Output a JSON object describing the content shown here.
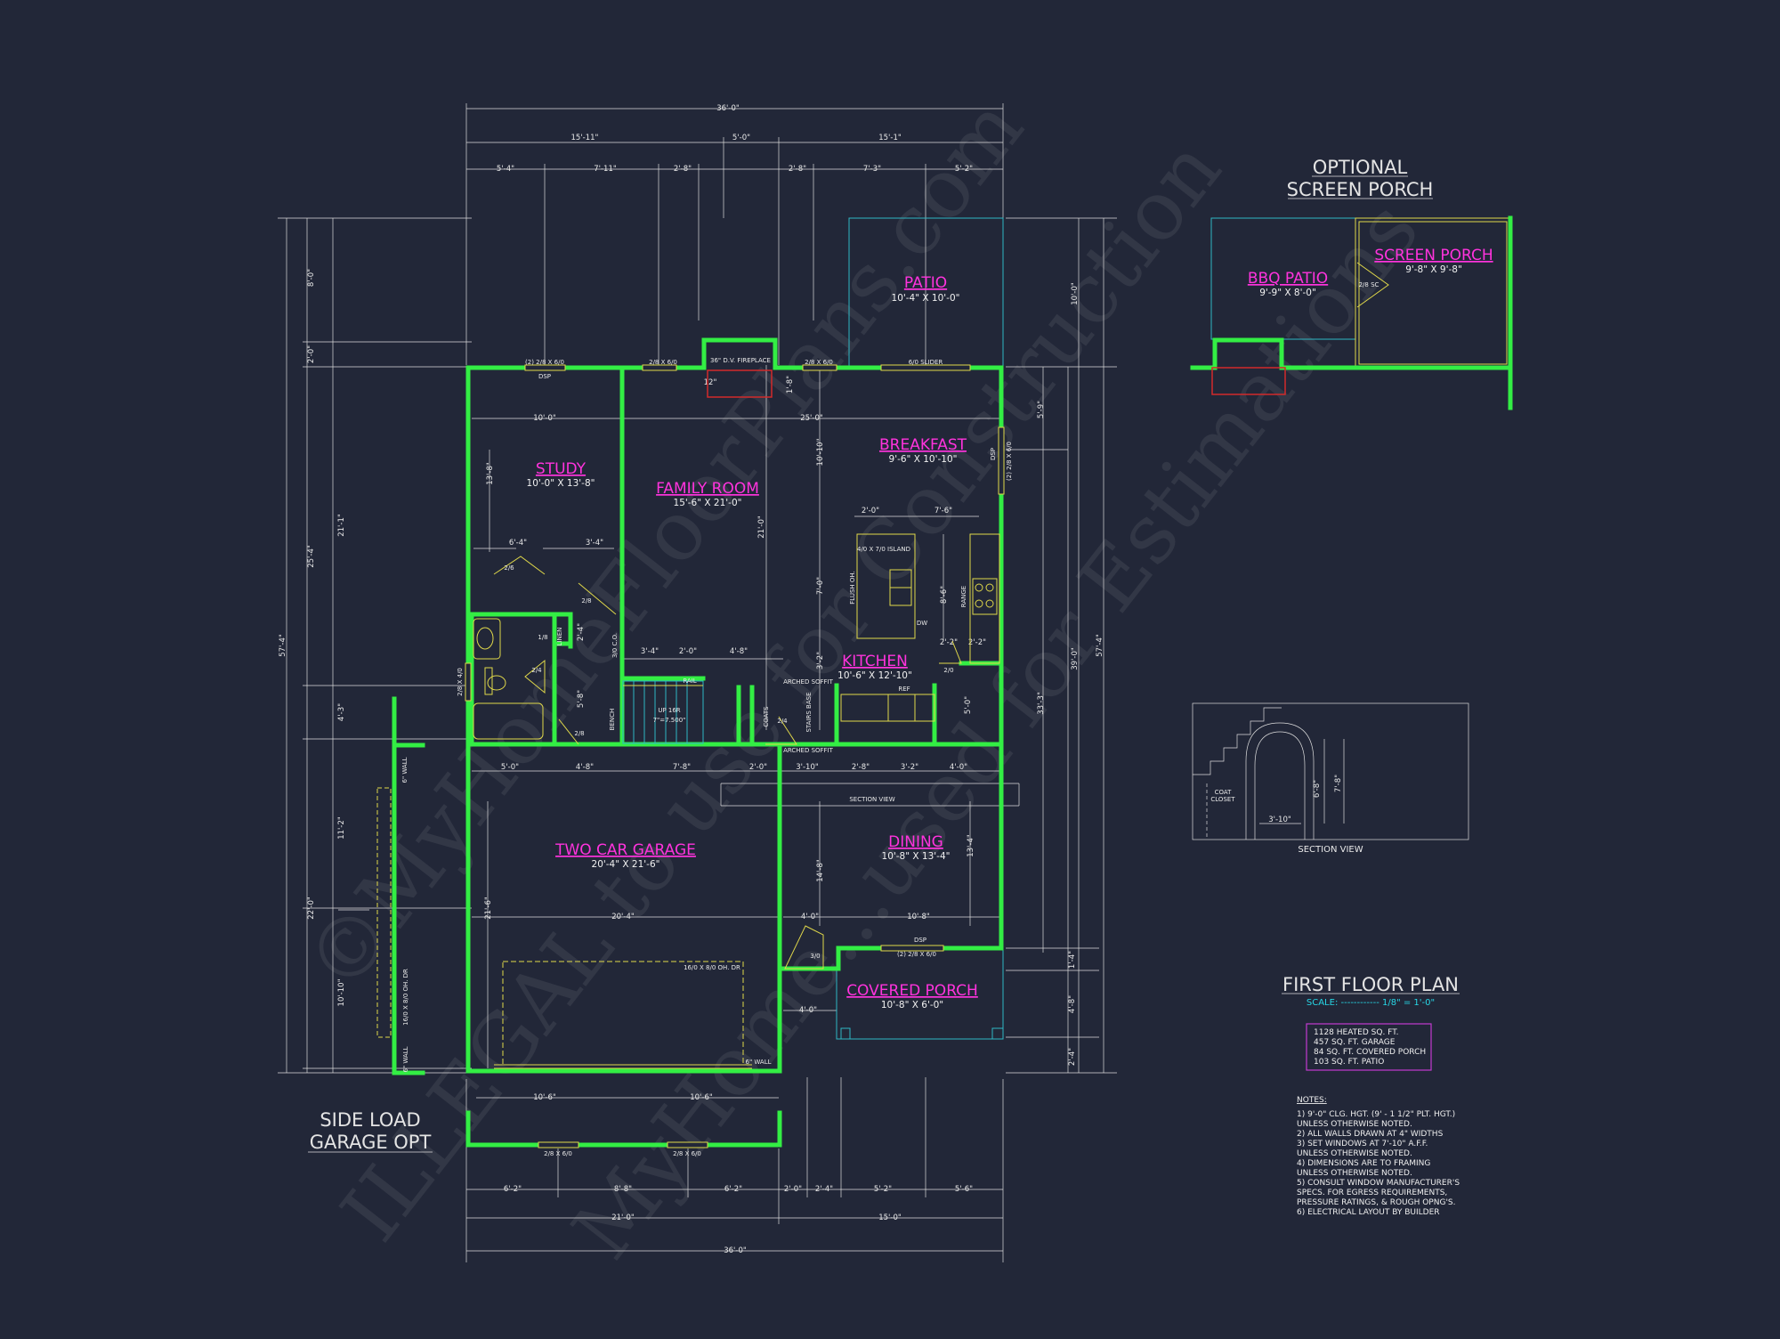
{
  "watermark": [
    "©MyHomeFloorPlans.com",
    "ILLEGAL to use for Construction",
    "MyHome...used for Estimations"
  ],
  "rooms": {
    "patio": {
      "name": "PATIO",
      "size": "10'-4\" X 10'-0\""
    },
    "study": {
      "name": "STUDY",
      "size": "10'-0\" X 13'-8\""
    },
    "family": {
      "name": "FAMILY ROOM",
      "size": "15'-6\" X 21'-0\""
    },
    "breakfast": {
      "name": "BREAKFAST",
      "size": "9'-6\" X 10'-10\""
    },
    "kitchen": {
      "name": "KITCHEN",
      "size": "10'-6\" X 12'-10\""
    },
    "garage": {
      "name": "TWO CAR GARAGE",
      "size": "20'-4\" X 21'-6\""
    },
    "dining": {
      "name": "DINING",
      "size": "10'-8\" X 13'-4\""
    },
    "covered_porch": {
      "name": "COVERED PORCH",
      "size": "10'-8\" X 6'-0\""
    },
    "bbq_patio": {
      "name": "BBQ PATIO",
      "size": "9'-9\" X 8'-0\""
    },
    "screen_porch": {
      "name": "SCREEN PORCH",
      "size": "9'-8\" X 9'-8\""
    }
  },
  "top_dims": {
    "overall": "36'-0\"",
    "row2": [
      "15'-11\"",
      "5'-0\"",
      "15'-1\""
    ],
    "row3": [
      "5'-4\"",
      "7'-11\"",
      "2'-8\"",
      "2'-8\"",
      "7'-3\"",
      "5'-2\""
    ]
  },
  "bottom_dims": {
    "row1": [
      "6'-2\"",
      "8'-8\"",
      "6'-2\"",
      "2'-0\"",
      "2'-4\"",
      "5'-2\"",
      "5'-6\""
    ],
    "row2": [
      "21'-0\"",
      "15'-0\""
    ],
    "overall": "36'-0\""
  },
  "left_dims": {
    "outer": "57'-4\"",
    "mid": [
      "25'-4\"",
      "4'-3\"",
      "11'-2\""
    ],
    "inner": [
      "8'-0\"",
      "2'-0\"",
      "21'-1\"",
      "22'-0\"",
      "10'-10\""
    ]
  },
  "right_dims": {
    "outer": "57'-4\"",
    "mid": [
      "10'-0\"",
      "39'-0\""
    ],
    "inner": [
      "5'-9\"",
      "33'-3\"",
      "1'-4\"",
      "4'-8\"",
      "2'-4\""
    ]
  },
  "interior_dims": [
    "10'-0\"",
    "13'-8\"",
    "6'-4\"",
    "3'-4\"",
    "25'-0\"",
    "10'-10\"",
    "21'-0\"",
    "2'-0\"",
    "7'-6\"",
    "7'-0\"",
    "8'-6\"",
    "3'-4\"",
    "2'-0\"",
    "4'-8\"",
    "5'-0\"",
    "4'-8\"",
    "7'-8\"",
    "2'-0\"",
    "3'-10\"",
    "2'-8\"",
    "3'-2\"",
    "4'-0\"",
    "14'-8\"",
    "13'-4\"",
    "20'-4\"",
    "4'-0\"",
    "10'-8\"",
    "21'-6\"",
    "10'-6\"",
    "10'-6\"",
    "4'-0\"",
    "5'-0\"",
    "2'-2\"",
    "2'-2\"",
    "12\"",
    "1'-8\"",
    "2'-4\"",
    "5'-8\"",
    "3'-2\""
  ],
  "labels": {
    "fireplace": "36\" D.V. FIREPLACE",
    "win_study": "(2) 2/8 X 6/0",
    "win_dsp1": "DSP",
    "win_family": "2/8 X 6/0",
    "win_brk": "2/8 X 6/0",
    "slider": "6/0 SLIDER",
    "brk_side": "(2) 2/8 X 6/0",
    "brk_dsp": "DSP",
    "island": "4/0 X 7/0 ISLAND",
    "flush": "FLUSH OH.",
    "range": "RANGE",
    "dw": "DW",
    "ref": "REF",
    "linen": "LINEN",
    "rail": "RAIL",
    "up": "UP 16R",
    "riser": "7\"=7.500\"",
    "bench": "BENCH",
    "coats": "COATS",
    "stairs_base": "STAIRS BASE",
    "arched1": "ARCHED SOFFIT",
    "arched2": "ARCHED SOFFIT",
    "section_view": "SECTION VIEW",
    "garage_door": "16/0 X 8/0 OH. DR",
    "wall6_1": "6\" WALL",
    "wall6_2": "6\" WALL",
    "win_bath": "2/8 X 4/0",
    "door_26": "2/6",
    "door_28": "2/8",
    "door_24": "2/4",
    "door_30": "3/0",
    "door_18": "1/8",
    "door_28b": "2/8",
    "door_24b": "2/4",
    "door_20": "2/0",
    "door_30b": "3/0 C.O.",
    "win_dining": "(2) 2/8 X 6/0",
    "dsp_dining": "DSP",
    "garage_win1": "2/8 X 6/0",
    "garage_win2": "2/8 X 6/0",
    "side_wall1": "6\" WALL",
    "side_wall2": "6\" WALL",
    "side_door": "16/0 X 8/0 OH. DR",
    "screen_door": "2/8 SC"
  },
  "titles": {
    "optional_1": "OPTIONAL",
    "optional_2": "SCREEN PORCH",
    "side_load_1": "SIDE LOAD",
    "side_load_2": "GARAGE OPT",
    "first_floor": "FIRST FLOOR PLAN",
    "scale": "SCALE: ------------ 1/8\" = 1'-0\""
  },
  "section": {
    "title": "SECTION VIEW",
    "coat": "COAT",
    "closet": "CLOSET",
    "h1": "6'-8\"",
    "h2": "7'-8\"",
    "w": "3'-10\""
  },
  "areas": [
    "1128 HEATED SQ. FT.",
    "457 SQ. FT. GARAGE",
    "84 SQ. FT. COVERED PORCH",
    "103 SQ. FT. PATIO"
  ],
  "notes": {
    "heading": "NOTES:",
    "lines": [
      "1)  9'-0\"  CLG. HGT. (9' - 1 1/2\" PLT. HGT.)",
      "      UNLESS OTHERWISE NOTED.",
      "2)  ALL WALLS DRAWN AT 4\" WIDTHS",
      "3)  SET WINDOWS AT 7'-10\" A.F.F.",
      "      UNLESS OTHERWISE NOTED.",
      "4)  DIMENSIONS ARE TO FRAMING",
      "      UNLESS OTHERWISE NOTED.",
      "5)  CONSULT WINDOW MANUFACTURER'S",
      "      SPECS. FOR EGRESS REQUIREMENTS,",
      "      PRESSURE RATINGS, & ROUGH OPNG'S.",
      "6)  ELECTRICAL LAYOUT BY BUILDER"
    ]
  },
  "colors": {
    "background": "#222738",
    "walls": "#33ee44",
    "room_names": "#ff33dd",
    "windows": "#e0d84a",
    "outline": "#2fb7c4",
    "fireplace": "#d22a2a"
  }
}
